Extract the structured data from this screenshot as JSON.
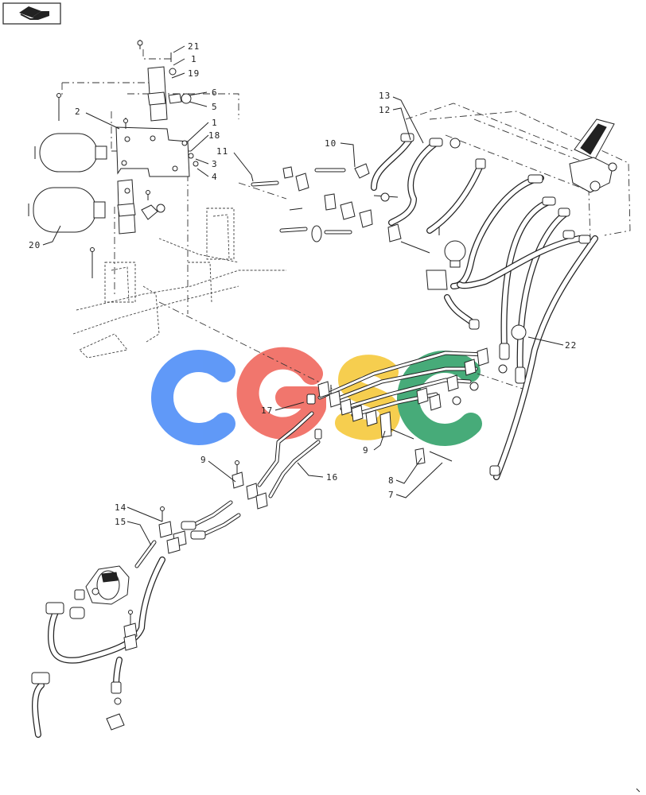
{
  "watermark": {
    "letters": [
      "C",
      "G",
      "S",
      "C"
    ],
    "colors": [
      "#4f8ef7",
      "#f0685e",
      "#f6c93c",
      "#34a36b"
    ]
  },
  "icons": {
    "corner": "arrow-book-icon"
  },
  "callouts": {
    "c21": "21",
    "c1a": "1",
    "c19": "19",
    "c6": "6",
    "c5": "5",
    "c2": "2",
    "c1b": "1",
    "c18": "18",
    "c3": "3",
    "c4": "4",
    "c11": "11",
    "c20": "20",
    "c13": "13",
    "c12": "12",
    "c10": "10",
    "c22": "22",
    "c17": "17",
    "c16": "16",
    "c9a": "9",
    "c9b": "9",
    "c8": "8",
    "c7": "7",
    "c14": "14",
    "c15": "15"
  }
}
